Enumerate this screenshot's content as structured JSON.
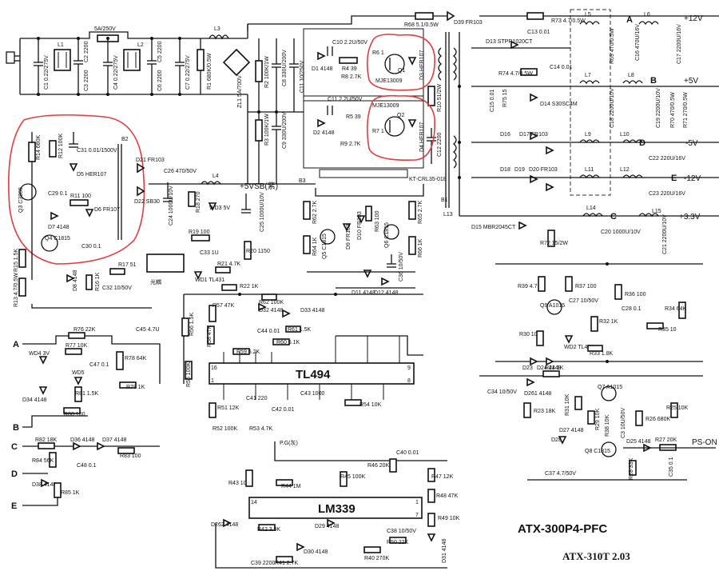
{
  "title_model": "ATX-300P4-PFC",
  "subtitle_model": "ATX-310T 2.03",
  "ic_labels": {
    "tl494": "TL494",
    "lm339": "LM339"
  },
  "rails": {
    "p12": "+12V",
    "p5": "+5V",
    "m5": "-5V",
    "m12": "-12V",
    "p33": "+3.3V",
    "p5vsb": "+5VSB(紫)",
    "ps_on": "PS-ON",
    "pg": "P.G(灰)"
  },
  "node_letters": {
    "A": "A",
    "B": "B",
    "C": "C",
    "D": "D",
    "E": "E"
  },
  "input_section": {
    "fuse": "5A/250V",
    "c1": "C1 0.22/275V",
    "c2": "C2 2200",
    "c3": "C3 2200",
    "c4": "C4 0.22/275V",
    "c5": "C5 2200",
    "c6": "C6 2200",
    "c7": "C7 0.22/275V",
    "r1": "R1 680K/0.5W",
    "l1": "L1",
    "l2": "L2",
    "l3": "L3",
    "zl1": "ZL1 5A/700V"
  },
  "half_bridge": {
    "r2": "R2 100K/1W",
    "r3": "R3 100K/1W",
    "c8": "C8 330U/200V",
    "c9": "C9 330U/200V",
    "c11": "C11 10/250V",
    "c10": "C10 2.2U/50V",
    "c11b": "C11 2.2U/50V",
    "r6": "R6 1",
    "r4": "R4 39",
    "r8": "R8 2.7K",
    "d1": "D1 4148",
    "r5": "R5 39",
    "r7": "R7 1",
    "r9": "R9 2.7K",
    "d2": "D2 4148",
    "q1_part": "MJE13009",
    "q2_part": "MJE13009",
    "q1": "Q1",
    "q2": "Q2",
    "d3": "D3 HER107",
    "d4": "D4 HER107",
    "r10": "R10 51/2W",
    "c12": "C12 2200",
    "r68": "R68 5.1/0.5W",
    "d39": "D39 FR103",
    "b1": "B1",
    "b3": "B3",
    "trans": "KT-CRL35-018"
  },
  "standby_section": {
    "r14": "R14 680K",
    "r11": "R11 100",
    "r15": "R15 1.5K",
    "r13": "R13 4.7/0.5W",
    "c29": "C29 0.1",
    "c30": "C30 0.1",
    "c31": "C31 0.01/1500V",
    "d5": "D5 HER107",
    "d6": "D6 FR107",
    "d7": "D7 4148",
    "d8": "D8 4148",
    "q3": "Q3 C3866",
    "q4": "Q4 C1815",
    "r12": "R12 100K",
    "r16": "R16 1K",
    "c32": "C32 10/50V",
    "r17": "R17 51",
    "b2": "B2",
    "d21": "D21 FR103",
    "d22": "D22 SB30",
    "c26": "C26 470/50V",
    "c24": "C24 1000U/10V",
    "r18": "R18 270",
    "r19": "R19 100",
    "c25": "C25 1000U/10V",
    "l4": "L4",
    "wd3": "WD3 5V",
    "opto": "光耦",
    "c33": "C33 1U",
    "r20": "R20 1150",
    "r21": "R21 4.7K",
    "wd1": "WD1 TL431",
    "r22": "R22 1K"
  },
  "driver_section": {
    "r62": "R62 2.7K",
    "r64": "R64 1K",
    "q5": "Q5 C1815",
    "d9": "D9 FR103",
    "d10": "D10 FR103",
    "r63": "R63 100",
    "q6": "Q6 C1815",
    "r65": "R65 2.7K",
    "r66": "R66 1K",
    "c36": "C36 10/50V",
    "d11": "D11 4148",
    "d12": "D12 4148"
  },
  "output_section": {
    "r73": "R73 4.7/0.5W",
    "c13": "C13 0.01",
    "d13": "D13 STPR1020CT",
    "r74": "R74 4.7/0.5W",
    "c14": "C14 0.01",
    "c15": "C15 0.01",
    "r75": "R75 15",
    "d14": "D14 S30SC4M",
    "d16": "D16",
    "d17": "D17 FR103",
    "d18": "D18",
    "d19": "D19",
    "d20": "D20 FR103",
    "l5": "L5",
    "l6": "L6",
    "l7": "L7",
    "l8": "L8",
    "l9": "L9",
    "l10": "L10",
    "l11": "L11",
    "l12": "L12",
    "l13": "L13",
    "l14": "L14",
    "l15": "L15",
    "c16": "C16 470U/16V",
    "r69": "R69 470/0.5W",
    "c17": "C17 2200U/16V",
    "c18": "C18 2200U/10V",
    "c19": "C19 2200U/10V",
    "r70": "R70 470/0.5W",
    "r71": "R71 270/0.5W",
    "c22": "C22 220U/16V",
    "c23": "C23 220U/16V",
    "d15": "D15 MBR2045CT",
    "r72": "R72 15/2W",
    "c20": "C20 1000U/10V",
    "c21": "C21 2200U/10V"
  },
  "feedback_section": {
    "r39": "R39 4.7",
    "r37": "R37 100",
    "r36": "R36 100",
    "q9": "Q9 A1015",
    "c27": "C27 10/50V",
    "c28": "C28 0.1",
    "r34": "R34 64K",
    "r30": "R30 10",
    "r32": "R32 1K",
    "wd2": "WD2 TL431",
    "r33": "R33 1.8K",
    "r35": "R35 10",
    "d23": "D23",
    "d24": "D24 4148"
  },
  "tl494_section": {
    "r57": "R57 47K",
    "d32": "D32 4148",
    "d33": "D33 4148",
    "r62": "R62 100K",
    "c44": "C44 0.01",
    "r61": "R61 1.5K",
    "c45": "C45 4.7U",
    "r56": "R56 1.5K",
    "r58": "R58 47K",
    "r59": "R59 6.2K",
    "r60": "R60 5.1K",
    "r55": "R55 100K",
    "pin16": "16",
    "pin1": "1",
    "pin9": "9",
    "pin8": "8",
    "c41": "C41 220",
    "c42": "C42 0.01",
    "c43": "C43 1000",
    "r51": "R51 12K",
    "r52": "R52 100K",
    "r53": "R53 4.7K",
    "r54": "R54 10K"
  },
  "protection_section": {
    "wd4": "WD4 3V",
    "r76": "R76 22K",
    "r77": "R77 10K",
    "c47": "C47 0.1",
    "r78": "R78 64K",
    "wd5": "WD5",
    "r81": "R81 1.5K",
    "r79": "R79 1K",
    "d34": "D34 4148",
    "r80": "R80 100",
    "r82": "R82 18K",
    "d36": "D36 4148",
    "d37": "D37 4148",
    "r83": "R83 100",
    "r84": "R84 56K",
    "c48": "C48 0.1",
    "d38": "D38 4148",
    "r85": "R85 1K"
  },
  "lm339_section": {
    "r43": "R43 10",
    "r44": "R44 1M",
    "r45": "R45 100K",
    "r46": "R46 20K",
    "c40": "C40 0.01",
    "r47": "R47 12K",
    "r48": "R48 47K",
    "r49": "R49 10K",
    "d262": "D262 4148",
    "r42": "R42 3.9K",
    "d29": "D29 4148",
    "d30": "D30 4148",
    "c38": "C38 10/50V",
    "r50": "R50 22K",
    "d31": "D31 4148",
    "c39": "C39 2200",
    "r41": "R41 2.7K",
    "r40": "R40 270K",
    "pin14": "14",
    "pin1": "1",
    "pin7": "7"
  },
  "pson_section": {
    "c34": "C34 10/50V",
    "d261": "D261 4148",
    "r24": "R24 1K",
    "r23": "R23 18K",
    "q7": "Q7 A1015",
    "r31": "R31 10K",
    "r29": "R29 10K",
    "r26": "R26 680K",
    "r25": "R25 10K",
    "d27": "D27 4148",
    "d28": "D28",
    "r38": "R38 10K",
    "c3b": "C3 10U/50V",
    "q8": "Q8 C1815",
    "d25": "D25 4148",
    "r27": "R27 20K",
    "r28": "R28 33K",
    "c35": "C35 0.1",
    "c37": "C37 4.7/50V"
  }
}
